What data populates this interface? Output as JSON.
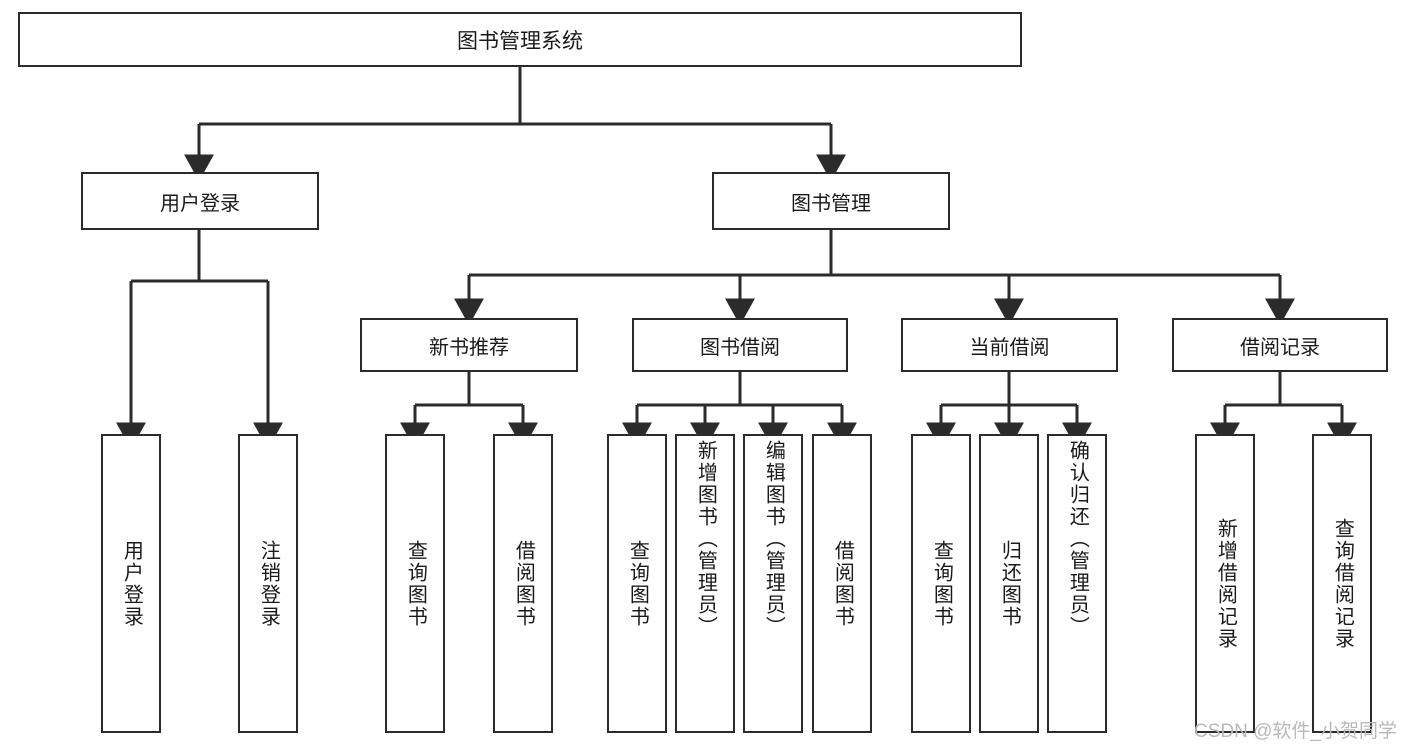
{
  "diagram": {
    "type": "hierarchy-tree",
    "title": "图书管理系统",
    "watermark": "CSDN @软件_小贺同学",
    "colors": {
      "stroke": "#2b2b2b",
      "fill": "#ffffff",
      "text": "#1a1a1a",
      "watermark": "#b9b9b9"
    },
    "root": {
      "label": "图书管理系统"
    },
    "level1": [
      {
        "label": "用户登录"
      },
      {
        "label": "图书管理"
      }
    ],
    "level2": [
      {
        "label": "新书推荐"
      },
      {
        "label": "图书借阅"
      },
      {
        "label": "当前借阅"
      },
      {
        "label": "借阅记录"
      }
    ],
    "leaves": {
      "user_login": [
        {
          "label": "用户登录"
        },
        {
          "label": "注销登录"
        }
      ],
      "new_book_recommend": [
        {
          "label": "查询图书"
        },
        {
          "label": "借阅图书"
        }
      ],
      "book_borrow": [
        {
          "label": "查询图书"
        },
        {
          "label": "新增图书（管理员）"
        },
        {
          "label": "编辑图书（管理员）"
        },
        {
          "label": "借阅图书"
        }
      ],
      "current_borrow": [
        {
          "label": "查询图书"
        },
        {
          "label": "归还图书"
        },
        {
          "label": "确认归还（管理员）"
        }
      ],
      "borrow_record": [
        {
          "label": "新增借阅记录"
        },
        {
          "label": "查询借阅记录"
        }
      ]
    }
  }
}
